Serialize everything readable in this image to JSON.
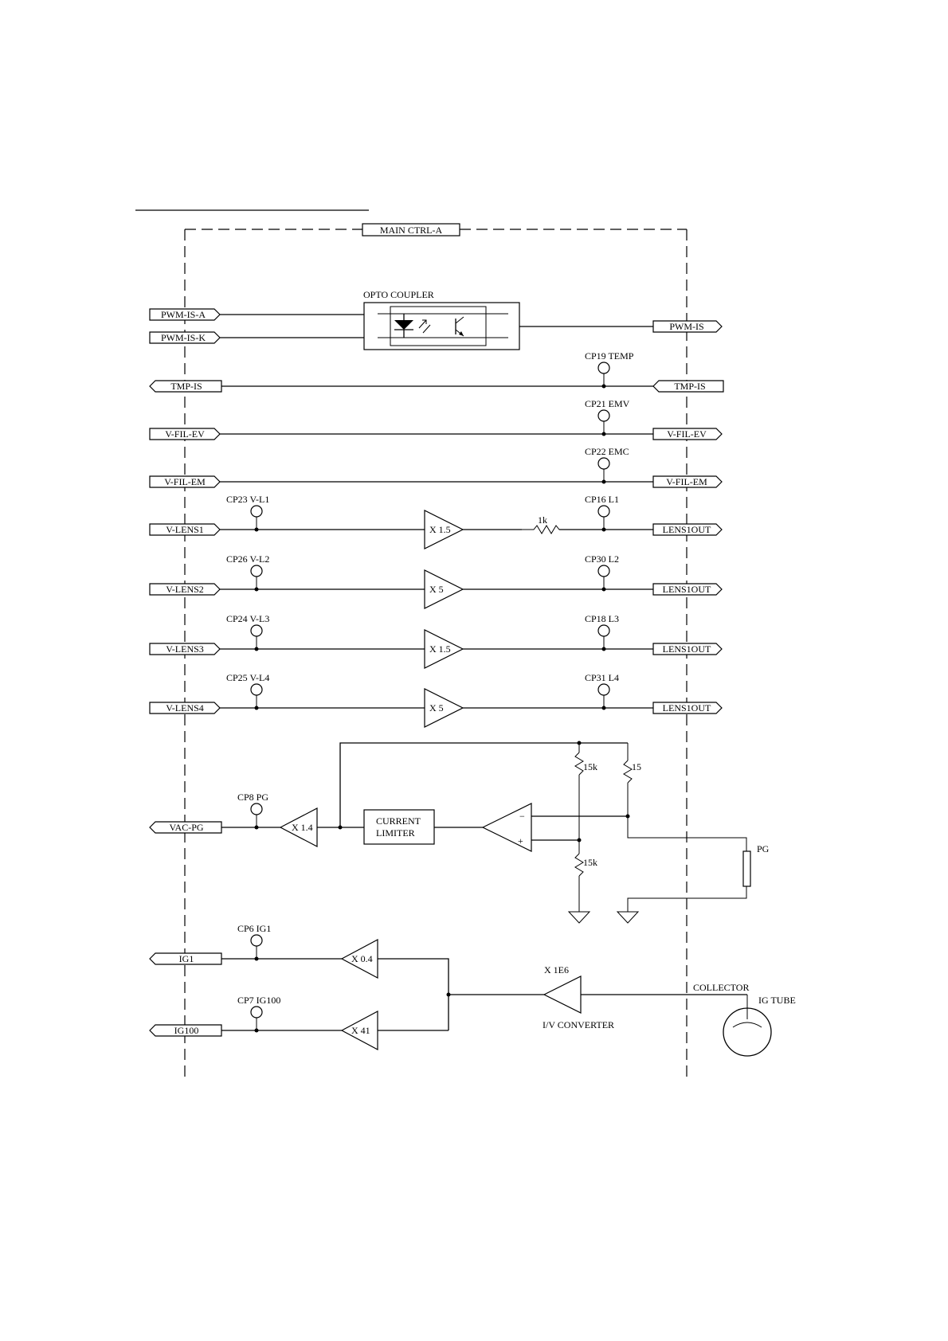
{
  "frame": {
    "title": "MAIN CTRL-A"
  },
  "opto": {
    "label": "OPTO COUPLER"
  },
  "left_ports": {
    "pwm_is_a": "PWM-IS-A",
    "pwm_is_k": "PWM-IS-K",
    "tmp_is": "TMP-IS",
    "v_fil_ev": "V-FIL-EV",
    "v_fil_em": "V-FIL-EM",
    "v_lens1": "V-LENS1",
    "v_lens2": "V-LENS2",
    "v_lens3": "V-LENS3",
    "v_lens4": "V-LENS4",
    "vac_pg": "VAC-PG",
    "ig1": "IG1",
    "ig100": "IG100"
  },
  "right_ports": {
    "pwm_is": "PWM-IS",
    "tmp_is": "TMP-IS",
    "v_fil_ev": "V-FIL-EV",
    "v_fil_em": "V-FIL-EM",
    "lens1": "LENS1OUT",
    "lens2": "LENS1OUT",
    "lens3": "LENS1OUT",
    "lens4": "LENS1OUT"
  },
  "test_points": {
    "cp19": "CP19 TEMP",
    "cp21": "CP21 EMV",
    "cp22": "CP22 EMC",
    "cp23": "CP23 V-L1",
    "cp16": "CP16 L1",
    "cp26": "CP26 V-L2",
    "cp30": "CP30 L2",
    "cp24": "CP24 V-L3",
    "cp18": "CP18 L3",
    "cp25": "CP25 V-L4",
    "cp31": "CP31 L4",
    "cp8": "CP8 PG",
    "cp6": "CP6 IG1",
    "cp7": "CP7 IG100"
  },
  "amps": {
    "lens1": "X 1.5",
    "lens2": "X 5",
    "lens3": "X 1.5",
    "lens4": "X 5",
    "pg": "X 1.4",
    "ig1": "X 0.4",
    "ig100": "X 41",
    "iv": "X 1E6"
  },
  "resistors": {
    "r1k": "1k",
    "r15k_top": "15k",
    "r15": "15",
    "r15k_bottom": "15k"
  },
  "blocks": {
    "limiter_line1": "CURRENT",
    "limiter_line2": "LIMITER",
    "opamp_minus": "−",
    "opamp_plus": "+",
    "pg_label": "PG",
    "iv_converter": "I/V CONVERTER",
    "collector": "COLLECTOR",
    "ig_tube": "IG TUBE"
  }
}
